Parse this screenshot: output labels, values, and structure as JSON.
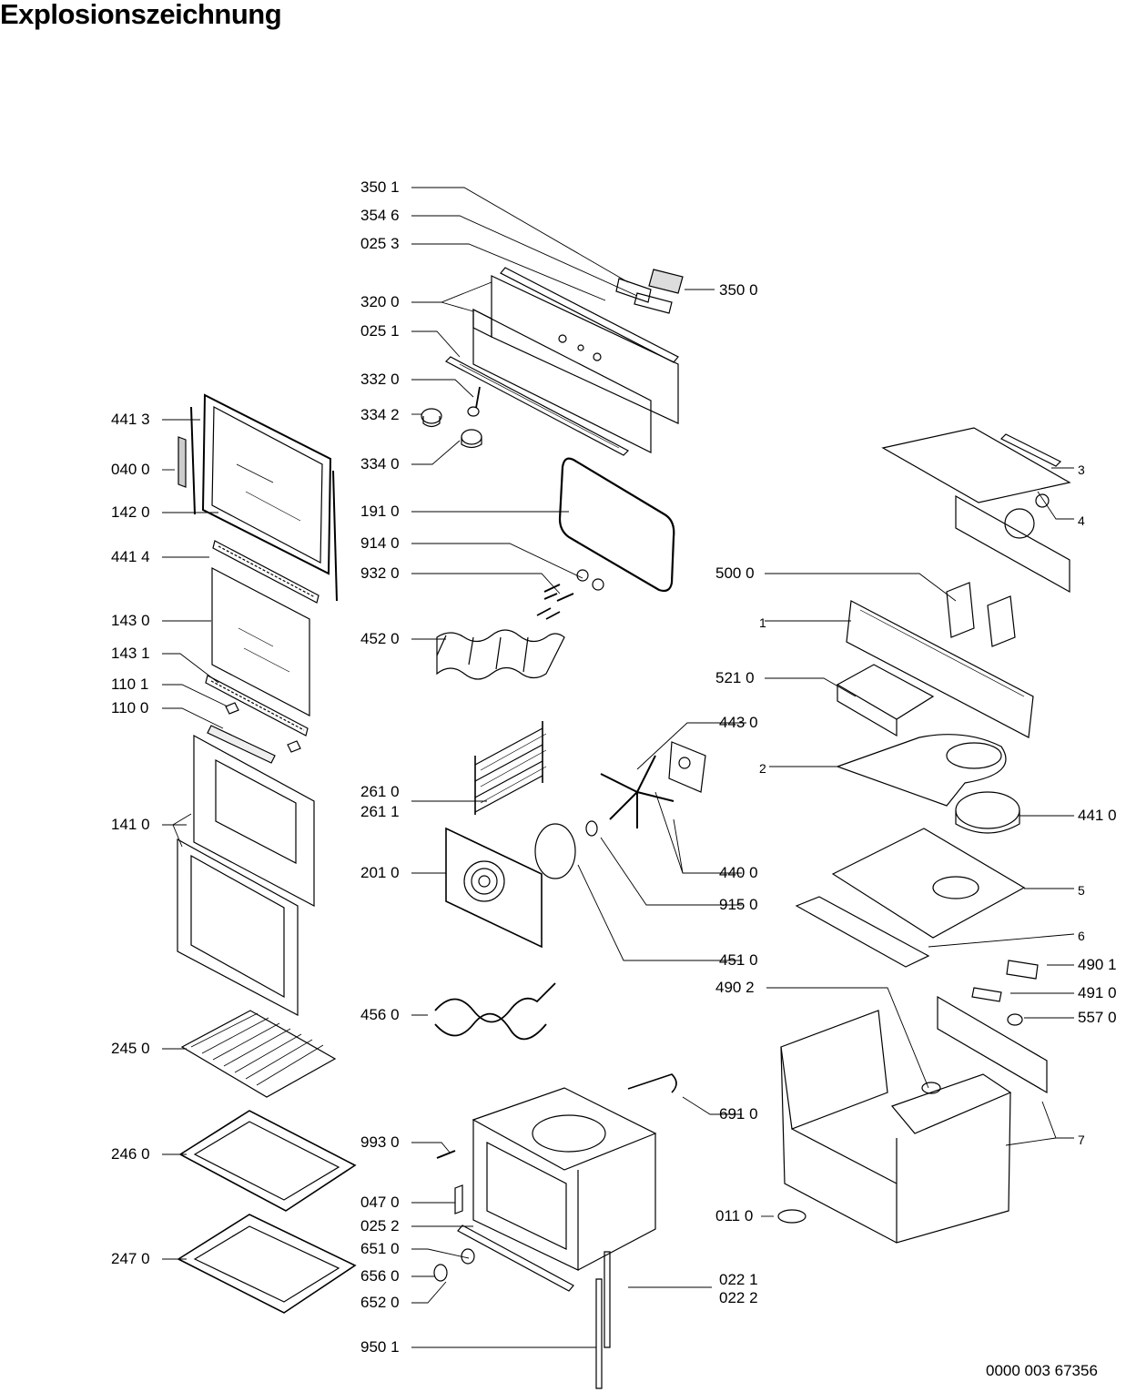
{
  "title": "Explosionszeichnung",
  "document_number": "0000 003 67356",
  "callouts": {
    "p3501": "350 1",
    "p3546": "354 6",
    "p0253": "025 3",
    "p3500": "350 0",
    "p3200": "320 0",
    "p0251": "025 1",
    "p3320": "332 0",
    "p3342": "334 2",
    "p3340": "334 0",
    "p1910": "191 0",
    "p9140": "914 0",
    "p9320": "932 0",
    "p4520": "452 0",
    "p4413": "441 3",
    "p0400": "040 0",
    "p1420": "142 0",
    "p4414": "441 4",
    "p1430": "143 0",
    "p1431": "143 1",
    "p1101": "110 1",
    "p1100": "110 0",
    "p1410": "141 0",
    "p2610": "261 0",
    "p2611": "261 1",
    "p2010": "201 0",
    "p4430": "443 0",
    "p4400": "440 0",
    "p9150": "915 0",
    "p4510": "451 0",
    "p4560": "456 0",
    "p2450": "245 0",
    "p2460": "246 0",
    "p2470": "247 0",
    "p9930": "993 0",
    "p0470": "047 0",
    "p0252": "025 2",
    "p6510": "651 0",
    "p6560": "656 0",
    "p6520": "652 0",
    "p9501": "950 1",
    "p6910": "691 0",
    "p0221": "022 1",
    "p0222": "022 2",
    "p0110": "011 0",
    "p5000": "500 0",
    "p5210": "521 0",
    "p4410": "441 0",
    "p4902": "490 2",
    "p4901": "490 1",
    "p4910": "491 0",
    "p5570": "557 0",
    "n1": "1",
    "n2": "2",
    "n3": "3",
    "n4": "4",
    "n5": "5",
    "n6": "6",
    "n7": "7"
  }
}
